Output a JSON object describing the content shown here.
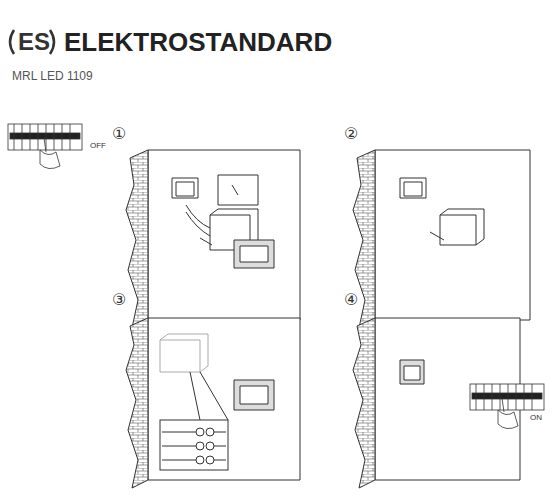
{
  "diagram": {
    "title": "ELEKTROSTANDARD",
    "labels": [
      "ES",
      "MRL LED 1109",
      "OFF",
      "①",
      "②",
      "③",
      "④",
      "ON"
    ]
  }
}
